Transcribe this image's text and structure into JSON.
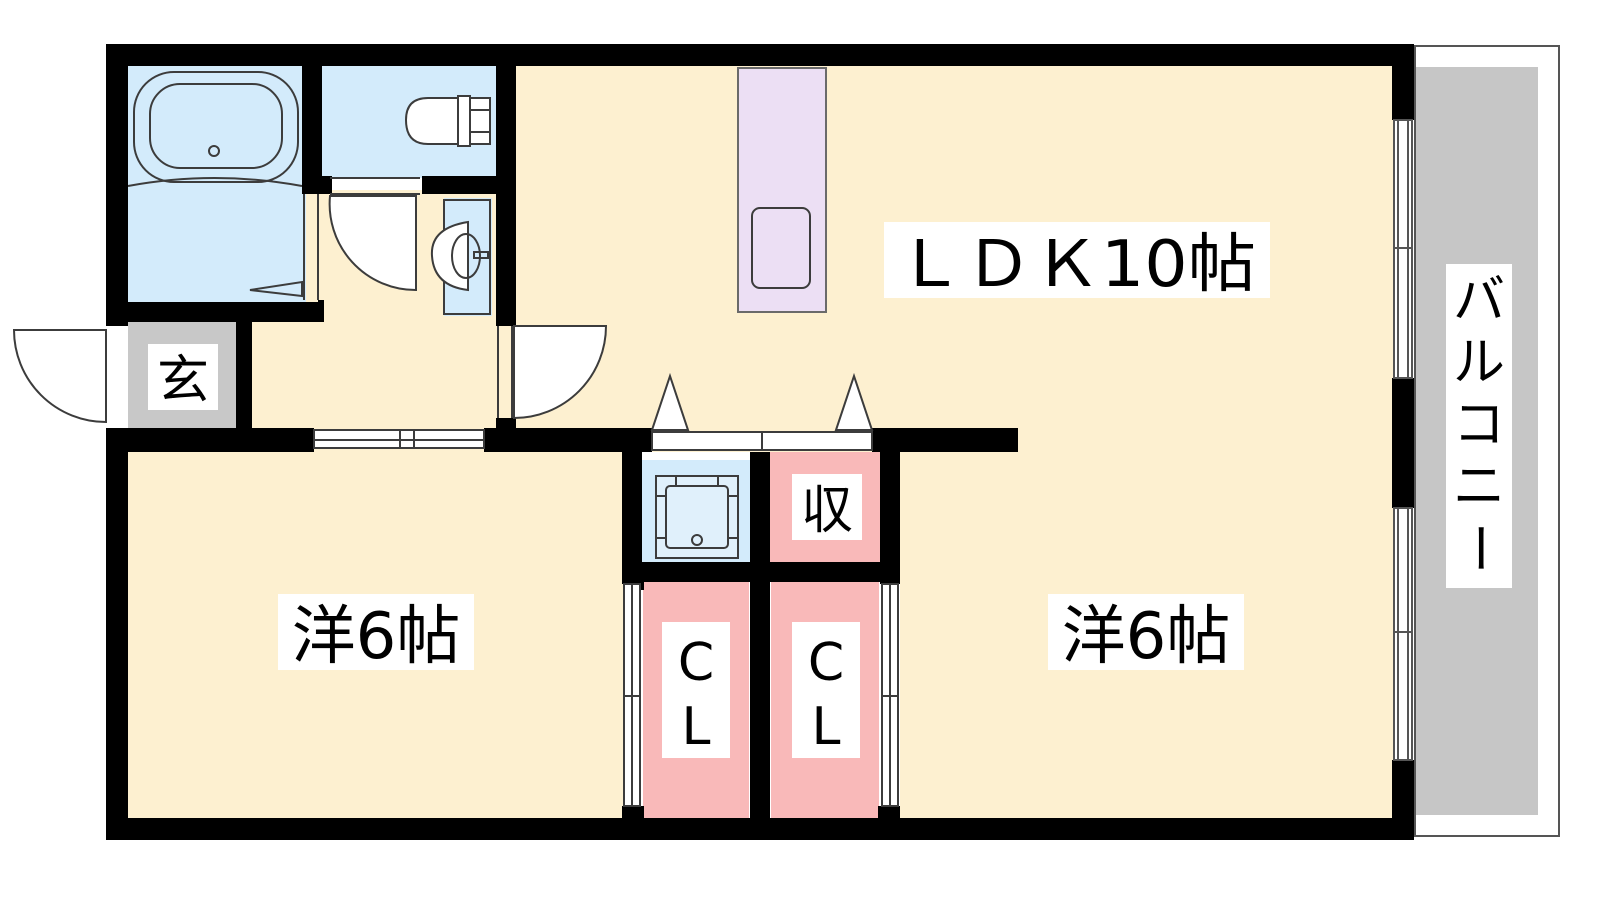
{
  "rooms": {
    "ldk": "ＬＤＫ10帖",
    "western_left": "洋6帖",
    "western_right": "洋6帖",
    "entrance": "玄",
    "storage": "収",
    "closet_left": {
      "c": "C",
      "l": "L"
    },
    "closet_right": {
      "c": "C",
      "l": "L"
    },
    "balcony": [
      "バ",
      "ル",
      "コ",
      "ニ",
      "ー"
    ]
  },
  "colors": {
    "room_floor": "#fdf0d0",
    "wet_area": "#d3ebfb",
    "closet": "#f9b9b9",
    "kitchen": "#ecdff4",
    "entrance": "#c8c8c8",
    "balcony": "#c6c6c6",
    "wall": "#000000",
    "fixture_outline": "#3c3c3c"
  },
  "icons": [
    "bathtub-icon",
    "toilet-icon",
    "wash-basin-icon",
    "kitchen-sink-icon",
    "washer-pan-icon",
    "door-swing-icon",
    "sliding-door-icon",
    "window-icon"
  ]
}
